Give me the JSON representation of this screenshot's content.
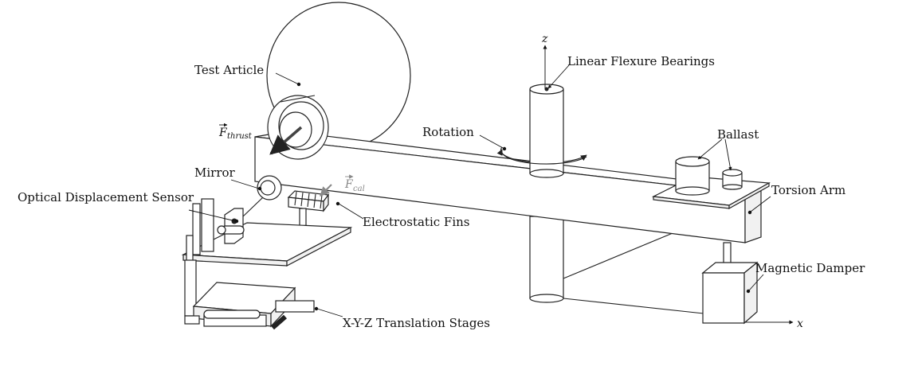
{
  "labels": {
    "test_article": "Test Article",
    "linear_flexure_bearings": "Linear Flexure Bearings",
    "rotation": "Rotation",
    "ballast": "Ballast",
    "mirror": "Mirror",
    "optical_sensor": "Optical Displacement Sensor",
    "electrostatic_fins": "Electrostatic Fins",
    "torsion_arm": "Torsion Arm",
    "magnetic_damper": "Magnetic Damper",
    "translation_stages": "X-Y-Z Translation Stages"
  },
  "forces": {
    "thrust": {
      "symbol": "F",
      "subscript": "thrust"
    },
    "cal": {
      "symbol": "F",
      "subscript": "cal"
    }
  },
  "axes": {
    "z": "z",
    "x": "x"
  },
  "colors": {
    "ink": "#222222",
    "gray_force": "#888888",
    "thrust_arrow": "#444444"
  }
}
